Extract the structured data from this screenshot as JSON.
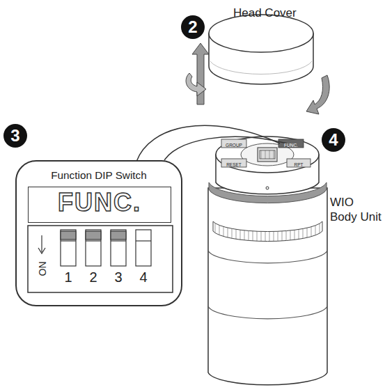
{
  "diagram": {
    "nodes": [
      {
        "text": [
          "Function DIP Switch"
        ]
      },
      {
        "text": [
          "FUNC."
        ],
        "in": 0
      }
    ],
    "labels": [
      "Head Cover",
      "2",
      "3",
      "4",
      "WIO Body Unit",
      "GROUP",
      "FUNC.",
      "RESET",
      "RPT",
      "ON",
      "1",
      "2",
      "3",
      "4"
    ]
  }
}
